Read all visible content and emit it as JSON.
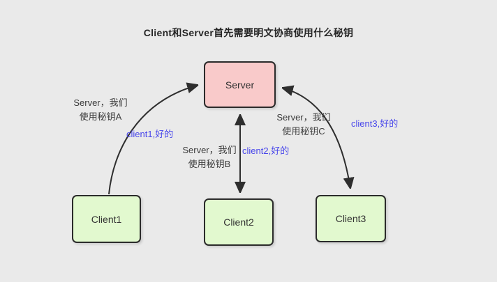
{
  "title": "Client和Server首先需要明文协商使用什么秘钥",
  "nodes": {
    "server": {
      "label": "Server"
    },
    "client1": {
      "label": "Client1"
    },
    "client2": {
      "label": "Client2"
    },
    "client3": {
      "label": "Client3"
    }
  },
  "messages": {
    "left": {
      "request_line1": "Server，我们",
      "request_line2": "使用秘钥A",
      "reply": "client1,好的"
    },
    "middle": {
      "request_line1": "Server，我们",
      "request_line2": "使用秘钥B",
      "reply": "client2,好的"
    },
    "right": {
      "request_line1": "Server，我们",
      "request_line2": "使用秘钥C",
      "reply": "client3,好的"
    }
  },
  "colors": {
    "background": "#eaeaea",
    "server_fill": "#f9caca",
    "client_fill": "#e2f9cf",
    "node_border": "#2b2b2b",
    "arrow": "#2e2e2e",
    "request_text": "#3c3c3c",
    "reply_text": "#4846eb",
    "title_text": "#262626"
  }
}
